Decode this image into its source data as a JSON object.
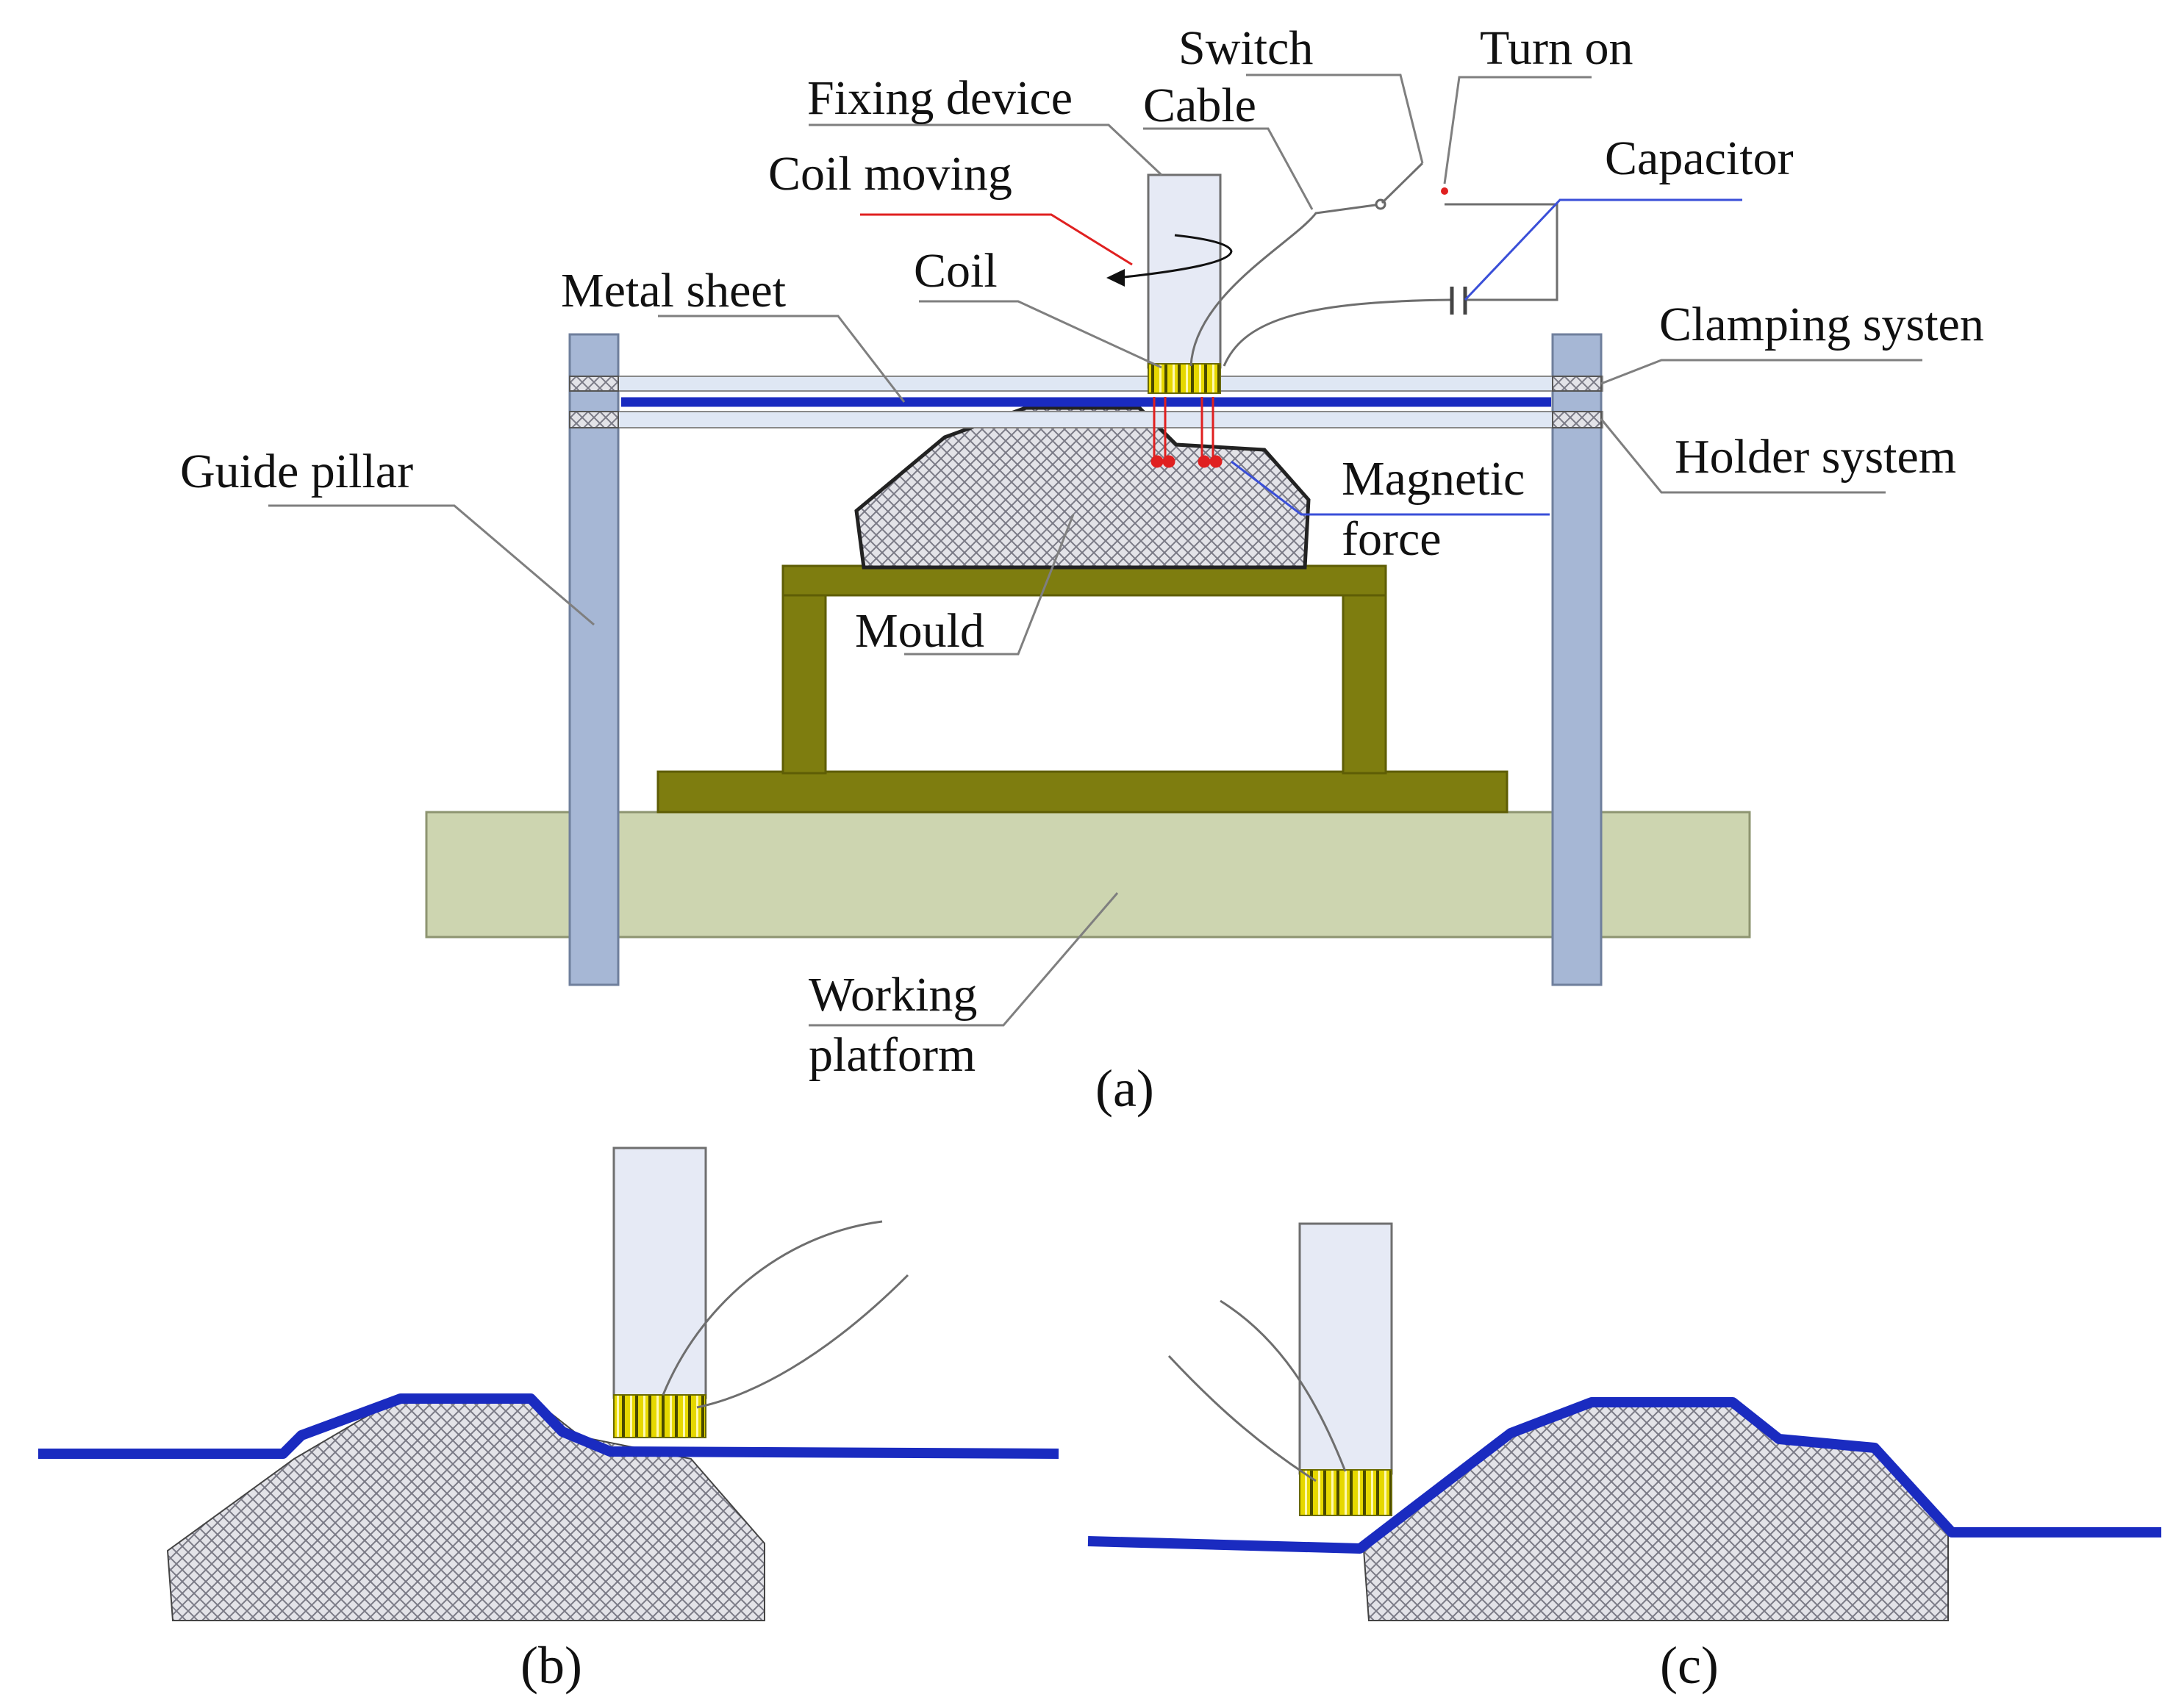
{
  "panel_a": {
    "labels": {
      "switch": "Switch",
      "turn_on": "Turn on",
      "fixing_device": "Fixing device",
      "cable": "Cable",
      "coil_moving": "Coil moving",
      "capacitor": "Capacitor",
      "coil": "Coil",
      "metal_sheet": "Metal sheet",
      "clamping_system": "Clamping systen",
      "holder_system": "Holder system",
      "guide_pillar": "Guide pillar",
      "magnetic_force_line1": "Magnetic",
      "magnetic_force_line2": "force",
      "mould": "Mould",
      "working_platform_line1": "Working",
      "working_platform_line2": "platform"
    },
    "caption": "(a)"
  },
  "panel_b": {
    "caption": "(b)"
  },
  "panel_c": {
    "caption": "(c)"
  },
  "colors": {
    "metal_sheet": "#1a2bc0",
    "guide_pillar": "#a6b7d5",
    "working_platform": "#cdd5b0",
    "support_frame": "#7e7d0f",
    "coil": "#e0d000",
    "magnetic_force": "#e02020",
    "coil_moving_leader": "#e02020",
    "capacitor_leader": "#3a4fd8"
  }
}
